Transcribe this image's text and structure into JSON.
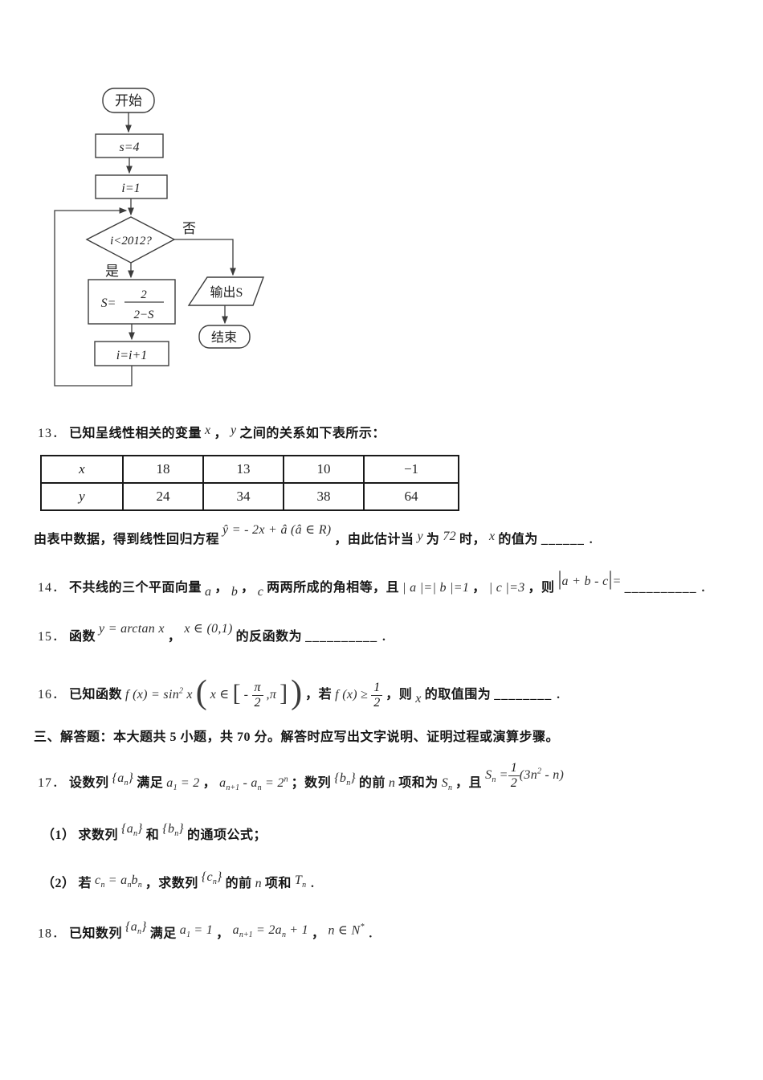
{
  "flowchart": {
    "start": "开始",
    "init_s": "s=4",
    "init_i": "i=1",
    "decision": "i<2012?",
    "no_label": "否",
    "yes_label": "是",
    "assign_prefix": "S=",
    "assign_numerator": "2",
    "assign_denominator": "2−S",
    "increment": "i=i+1",
    "output": "输出S",
    "end": "结束"
  },
  "q13": {
    "num": "13．",
    "t1": "已知呈线性相关的变量",
    "vx": "x",
    "comma": "，",
    "vy": "y",
    "t2": "之间的关系如下表所示：",
    "table": {
      "r0": {
        "h": "x",
        "c1": "18",
        "c2": "13",
        "c3": "10",
        "c4": "−1"
      },
      "r1": {
        "h": "y",
        "c1": "24",
        "c2": "34",
        "c3": "38",
        "c4": "64"
      }
    },
    "t3": "由表中数据，得到线性回归方程",
    "formula": "ŷ = - 2x + â (â ∈ R)",
    "t4": "，由此估计当",
    "vy2": "y",
    "t5": "为",
    "v72": "72",
    "t6": "时，",
    "vx2": "x",
    "t7": "的值为",
    "blank": "______",
    "period": "．"
  },
  "q14": {
    "num": "14．",
    "t1": "不共线的三个平面向量",
    "va": "a",
    "comma1": "，",
    "vb": "b",
    "comma2": "，",
    "vc": "c",
    "t2": "两两所成的角相等，且",
    "m1": "| a |=| b |=1",
    "t3": "，",
    "m2": "| c |=3",
    "t4": "，则",
    "bar": "|",
    "m3": "a + b -  c",
    "eq": "=",
    "blank": "__________",
    "period": "．"
  },
  "q15": {
    "num": "15．",
    "t1": "函数",
    "m1": "y = arctan x",
    "comma": "，",
    "m2": "x ∈ (0,1)",
    "t2": "的反函数为",
    "blank": "__________",
    "period": "．"
  },
  "q16": {
    "num": "16．",
    "t1": "已知函数",
    "m1": "f (x) = sin^{2} x",
    "lparen": "(",
    "m2": "x ∈",
    "lbracket": "[",
    "minus": "- ",
    "frac1_top": "π",
    "frac1_bot": "2",
    "m3": ",π",
    "rbracket": "]",
    "rparen": ")",
    "t2": "，若",
    "m4": "f (x) ≥",
    "frac2_top": "1",
    "frac2_bot": "2",
    "t3": "，则",
    "vx": "x",
    "t4": "的取值围为",
    "blank": "________",
    "period": "．"
  },
  "section3": {
    "heading": "三、解答题：本大题共 5 小题，共 70 分。解答时应写出文字说明、证明过程或演算步骤。"
  },
  "q17": {
    "num": "17．",
    "t1": "设数列",
    "seq_a": "{a_{n}}",
    "t2": "满足",
    "m1": "a_{1} = 2",
    "c1": "，",
    "m2": "a_{n+1} -  a_{n} = 2^{n}",
    "t3": "；数列",
    "seq_b": "{b_{n}}",
    "t4": "的前",
    "vn": "n",
    "t5": "项和为",
    "m3": "S_{n}",
    "t6": "，且",
    "m4": "S_{n} =",
    "frac_top": "1",
    "frac_bot": "2",
    "m5": "(3n^{2} -  n)",
    "sub1": {
      "p": "（1）",
      "t1": "求数列",
      "seq_a": "{a_{n}}",
      "t2": "和",
      "seq_b": "{b_{n}}",
      "t3": "的通项公式；"
    },
    "sub2": {
      "p": "（2）",
      "t1": "若",
      "m1": "c_{n} = a_{n}b_{n}",
      "t2": "，求数列",
      "seq_c": "{c_{n}}",
      "t3": "的前",
      "vn": "n",
      "t4": "项和",
      "m2": "T_{n}",
      "period": "．"
    }
  },
  "q18": {
    "num": "18．",
    "t1": "已知数列",
    "seq_a": "{a_{n}}",
    "t2": "满足",
    "m1": "a_{1} = 1",
    "c1": "，",
    "m2": "a_{n+1} = 2a_{n} + 1",
    "c2": "，",
    "m3": "n ∈ N^{*}",
    "period": "．"
  }
}
